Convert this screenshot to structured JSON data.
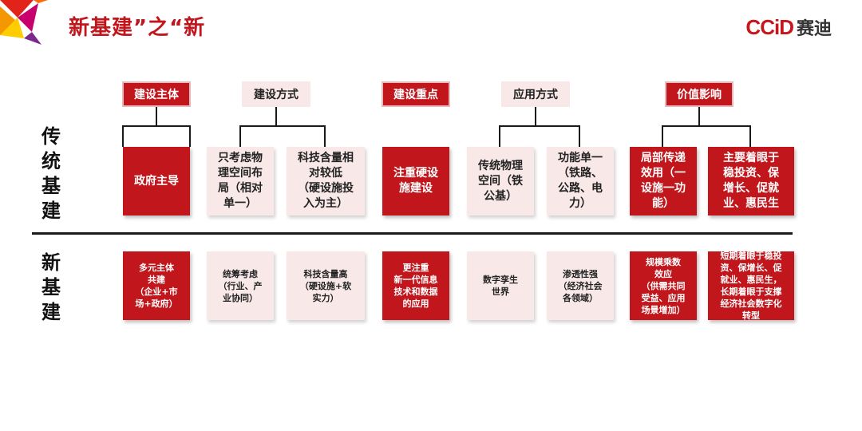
{
  "title": "新基建”之“新",
  "logo": {
    "mark": "CCiD",
    "text": "赛迪"
  },
  "row_labels": {
    "traditional": [
      "传",
      "统",
      "基",
      "建"
    ],
    "new": [
      "新",
      "基",
      "建"
    ]
  },
  "headers": [
    {
      "label": "建设主体",
      "style": "red"
    },
    {
      "label": "建设方式",
      "style": "light"
    },
    {
      "label": "建设重点",
      "style": "red"
    },
    {
      "label": "应用方式",
      "style": "light"
    },
    {
      "label": "价值影响",
      "style": "red"
    }
  ],
  "traditional": [
    {
      "text": "政府主导",
      "style": "red"
    },
    {
      "text": "只考虑物\n理空间布\n局（相对\n单一）",
      "style": "light"
    },
    {
      "text": "科技含量相\n对较低\n（硬设施投\n入为主）",
      "style": "light"
    },
    {
      "text": "注重硬设\n施建设",
      "style": "red"
    },
    {
      "text": "传统物理\n空间（铁\n公基）",
      "style": "light"
    },
    {
      "text": "功能单一\n（铁路、\n公路、电\n力）",
      "style": "light"
    },
    {
      "text": "局部传递\n效用（一\n设施一功\n能）",
      "style": "red"
    },
    {
      "text": "主要着眼于\n稳投资、保\n增长、促就\n业、惠民生",
      "style": "red"
    }
  ],
  "new": [
    {
      "text": "多元主体\n共建\n（企业+市\n场+政府）",
      "style": "red"
    },
    {
      "text": "统筹考虑\n（行业、产\n业协同）",
      "style": "light"
    },
    {
      "text": "科技含量高\n（硬设施+软\n实力）",
      "style": "light"
    },
    {
      "text": "更注重\n新一代信息\n技术和数据\n的应用",
      "style": "red"
    },
    {
      "text": "数字孪生\n世界",
      "style": "light"
    },
    {
      "text": "渗透性强\n（经济社会\n各领域）",
      "style": "light"
    },
    {
      "text": "规模乘数\n效应\n（供需共同\n受益、应用\n场景增加）",
      "style": "red"
    },
    {
      "text": "短期着眼于稳投\n资、保增长、促\n就业、惠民生，\n长期着眼于支撑\n经济社会数字化\n转型",
      "style": "red"
    }
  ],
  "colors": {
    "accent": "#c0161c",
    "light": "#f8e9e8"
  }
}
